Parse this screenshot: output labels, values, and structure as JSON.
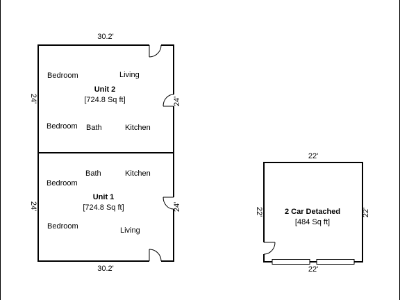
{
  "unit2": {
    "title": "Unit 2",
    "area": "[724.8 Sq ft]",
    "width_dim": "30.2'",
    "left_dim": "24'",
    "right_dim": "24'",
    "rooms": {
      "bedroom_top": "Bedroom",
      "living": "Living",
      "bedroom_bottom": "Bedroom",
      "bath": "Bath",
      "kitchen": "Kitchen"
    }
  },
  "unit1": {
    "title": "Unit 1",
    "area": "[724.8 Sq ft]",
    "width_dim": "30.2'",
    "left_dim": "24'",
    "right_dim": "24'",
    "rooms": {
      "bath": "Bath",
      "kitchen": "Kitchen",
      "bedroom_top": "Bedroom",
      "bedroom_bottom": "Bedroom",
      "living": "Living"
    }
  },
  "garage": {
    "title": "2 Car Detached",
    "area": "[484 Sq ft]",
    "top_dim": "22'",
    "bottom_dim": "22'",
    "left_dim": "22'",
    "right_dim": "22'"
  }
}
